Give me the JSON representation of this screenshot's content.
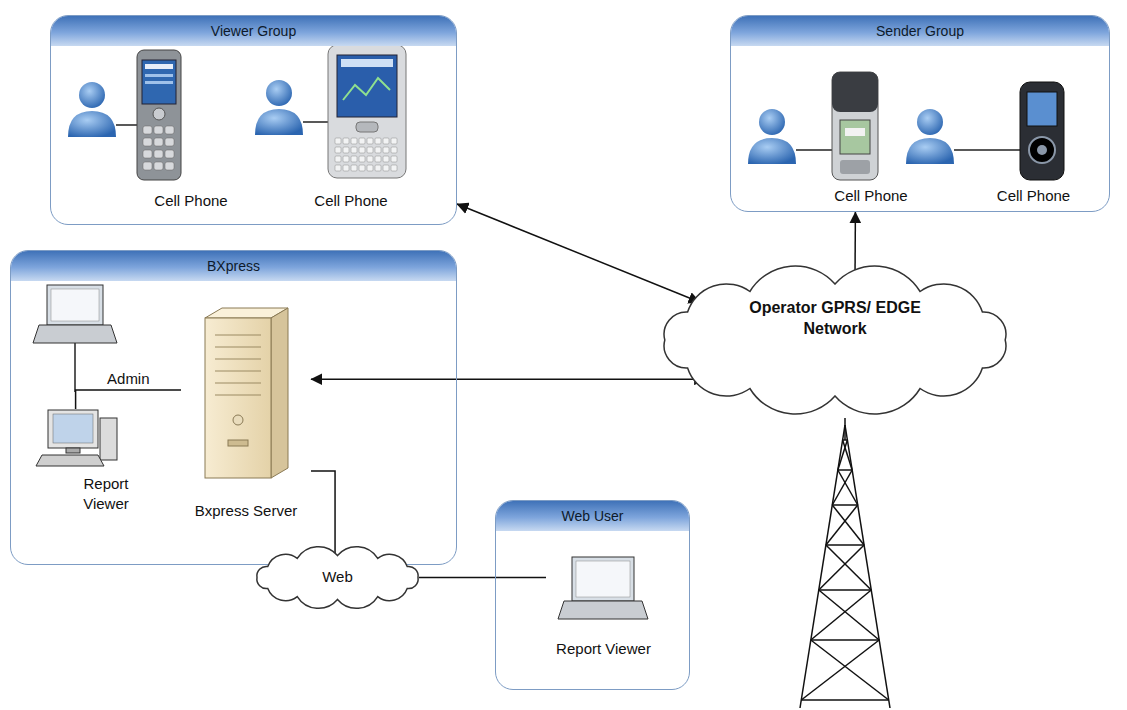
{
  "diagram": {
    "nodes": [
      {
        "text": [
          "Viewer Group"
        ]
      },
      {
        "text": [
          "Cell Phone"
        ],
        "in": 0
      },
      {
        "text": [
          "Cell Phone"
        ],
        "in": 0
      },
      {
        "text": [
          "Sender Group"
        ]
      },
      {
        "text": [
          "Cell Phone"
        ],
        "in": 3
      },
      {
        "text": [
          "Cell Phone"
        ],
        "in": 3
      },
      {
        "text": [
          "BXpress"
        ]
      },
      {
        "text": [
          "Report Viewer"
        ],
        "in": 6
      },
      {
        "text": [
          "Bxpress Server"
        ],
        "in": 6
      },
      {
        "text": [
          "Operator GPRS/ EDGE Network"
        ]
      },
      {
        "text": [
          "Web"
        ]
      },
      {
        "text": [
          "Web User"
        ]
      },
      {
        "text": [
          "Report Viewer"
        ],
        "in": 11
      }
    ],
    "edges": [
      {
        "from": 0,
        "to": 9,
        "arrow": "both"
      },
      {
        "from": 3,
        "to": 9,
        "arrow": "both"
      },
      {
        "from": 8,
        "to": 9,
        "arrow": "both"
      },
      {
        "from": 7,
        "to": 8,
        "label": "Admin",
        "arrow": "none"
      },
      {
        "from": 8,
        "to": 10,
        "arrow": "none"
      },
      {
        "from": 10,
        "to": 12,
        "arrow": "none"
      }
    ]
  }
}
